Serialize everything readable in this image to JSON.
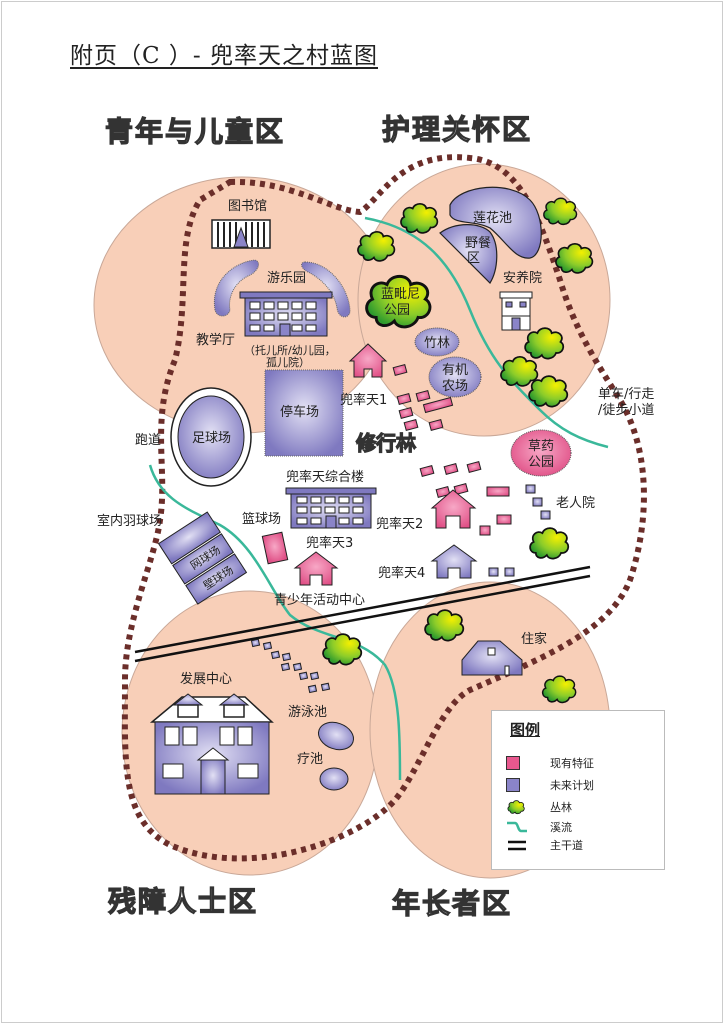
{
  "title": "附页（C ）- 兜率天之村蓝图",
  "zones": {
    "youth": "青年与儿童区",
    "care": "护理关怀区",
    "disabled": "残障人士区",
    "elderly": "年长者区"
  },
  "labels": {
    "library": "图书馆",
    "playground": "游乐园",
    "teaching_hall": "教学厅",
    "teaching_sub1": "（托儿所/幼儿园，",
    "teaching_sub2": "孤儿院）",
    "parking": "停车场",
    "soccer": "足球场",
    "track": "跑道",
    "lotus_pond": "莲花池",
    "picnic1": "野餐",
    "picnic2": "区",
    "nursing_home": "安养院",
    "lumbini1": "蓝毗尼",
    "lumbini2": "公园",
    "bamboo": "竹林",
    "organic1": "有机",
    "organic2": "农场",
    "tusita1": "兜率天1",
    "tusita2": "兜率天2",
    "tusita3": "兜率天3",
    "tusita4": "兜率天4",
    "meditation_forest": "修行林",
    "herb1": "草药",
    "herb2": "公园",
    "path1": "单车/行走",
    "path2": "/徒步小道",
    "complex": "兜率天综合楼",
    "basketball": "篮球场",
    "badminton": "室内羽球场",
    "tennis": "网球场",
    "squash": "壁球场",
    "youth_center": "青少年活动中心",
    "old_folks": "老人院",
    "residence": "住家",
    "dev_center": "发展中心",
    "pool": "游泳池",
    "therapy_pool": "疗池"
  },
  "legend": {
    "title": "图例",
    "items": [
      {
        "icon": "pink-square-icon",
        "label": "现有特征",
        "color": "#e8588e"
      },
      {
        "icon": "purple-square-icon",
        "label": "未来计划",
        "color": "#8a84c8"
      },
      {
        "icon": "tree-icon",
        "label": "丛林",
        "color": "#8ccc2a"
      },
      {
        "icon": "stream-icon",
        "label": "溪流",
        "color": "#3ab89a"
      },
      {
        "icon": "road-icon",
        "label": "主干道",
        "color": "#111111"
      }
    ]
  },
  "colors": {
    "zone_fill": "#f8cfb8",
    "existing": "#e8588e",
    "planned": "#8a84c8",
    "tree": "#8ccc2a",
    "stream": "#3ab89a",
    "boundary": "#6b2e2a"
  }
}
